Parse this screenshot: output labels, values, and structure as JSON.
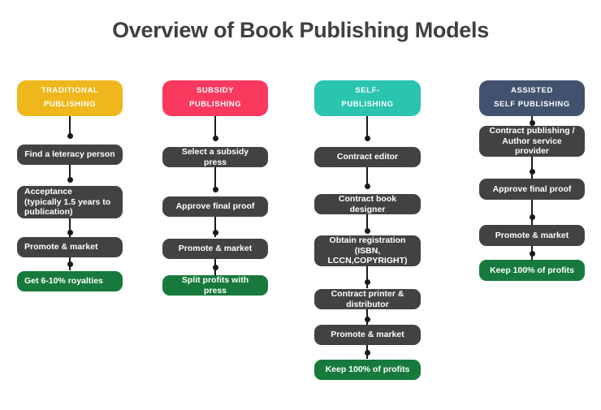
{
  "title": "Overview of Book Publishing Models",
  "colors": {
    "background": "#ffffff",
    "title_text": "#3f3f3f",
    "step_box": "#424242",
    "terminal_box": "#177a3c",
    "connector": "#1a1a1a",
    "traditional_header": "#efb71c",
    "subsidy_header": "#f93a5e",
    "self_header": "#2ac4af",
    "assisted_header": "#41516e"
  },
  "columns": [
    {
      "id": "traditional",
      "header": {
        "label": "TRADITIONAL PUBLISHING",
        "line1": "TRADITIONAL",
        "line2": "PUBLISHING",
        "color": "#efb71c"
      },
      "steps": [
        {
          "label": "Find a leteracy person",
          "kind": "step",
          "align": "center"
        },
        {
          "label": "Acceptance (typically 1.5 years to publication)",
          "line1": "Acceptance",
          "line2": "(typically 1.5 years to",
          "line3": "publication)",
          "kind": "step",
          "align": "left"
        },
        {
          "label": "Promote & market",
          "kind": "step",
          "align": "left"
        },
        {
          "label": "Get 6-10% royalties",
          "kind": "terminal",
          "align": "left"
        }
      ]
    },
    {
      "id": "subsidy",
      "header": {
        "label": "SUBSIDY PUBLISHING",
        "line1": "SUBSIDY",
        "line2": "PUBLISHING",
        "color": "#f93a5e"
      },
      "steps": [
        {
          "label": "Select a subsidy press",
          "kind": "step",
          "align": "center"
        },
        {
          "label": "Approve final proof",
          "kind": "step",
          "align": "center"
        },
        {
          "label": "Promote & market",
          "kind": "step",
          "align": "center"
        },
        {
          "label": "Split profits with press",
          "kind": "terminal",
          "align": "center"
        }
      ]
    },
    {
      "id": "self",
      "header": {
        "label": "SELF-PUBLISHING",
        "line1": "SELF-",
        "line2": "PUBLISHING",
        "color": "#2ac4af"
      },
      "steps": [
        {
          "label": "Contract editor",
          "kind": "step",
          "align": "center"
        },
        {
          "label": "Contract book designer",
          "kind": "step",
          "align": "center"
        },
        {
          "label": "Obtain registration (ISBN, LCCN,COPYRIGHT)",
          "line1": "Obtain registration (ISBN,",
          "line2": "LCCN,COPYRIGHT)",
          "kind": "step",
          "align": "center"
        },
        {
          "label": "Contract printer & distributor",
          "kind": "step",
          "align": "center"
        },
        {
          "label": "Promote & market",
          "kind": "step",
          "align": "center"
        },
        {
          "label": "Keep 100% of profits",
          "kind": "terminal",
          "align": "center"
        }
      ]
    },
    {
      "id": "assisted",
      "header": {
        "label": "ASSISTED SELF PUBLISHING",
        "line1": "ASSISTED",
        "line2": "SELF PUBLISHING",
        "color": "#41516e"
      },
      "steps": [
        {
          "label": "Contract publishing / Author service provider",
          "line1": "Contract publishing /",
          "line2": "Author service provider",
          "kind": "step",
          "align": "center"
        },
        {
          "label": "Approve final proof",
          "kind": "step",
          "align": "center"
        },
        {
          "label": "Promote & market",
          "kind": "step",
          "align": "center"
        },
        {
          "label": "Keep 100% of profits",
          "kind": "terminal",
          "align": "center"
        }
      ]
    }
  ]
}
